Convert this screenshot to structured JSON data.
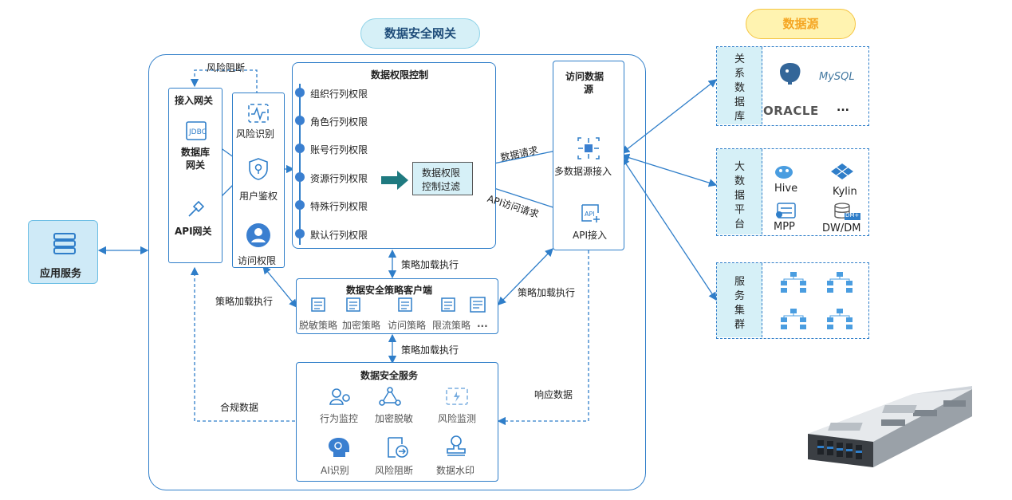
{
  "title_gateway": "数据安全网关",
  "title_source": "数据源",
  "app_service": "应用服务",
  "access_gw": {
    "title": "接入网关",
    "db_gw": "数据库\n网关",
    "api_gw": "API网关"
  },
  "risk_block_top": "风险阻断",
  "risk_ident": "风险识别",
  "user_auth": "用户鉴权",
  "access_perm": "访问权限",
  "perm_ctrl": {
    "title": "数据权限控制",
    "items": [
      "组织行列权限",
      "角色行列权限",
      "账号行列权限",
      "资源行列权限",
      "特殊行列权限",
      "默认行列权限"
    ],
    "filter_line1": "数据权限",
    "filter_line2": "控制过滤"
  },
  "access_source": {
    "title_line1": "访问数据",
    "title_line2": "源",
    "multi": "多数据源接入",
    "api": "API接入"
  },
  "data_request": "数据请求",
  "api_request": "API访问请求",
  "policy_exec": "策略加载执行",
  "client": {
    "title": "数据安全策略客户端",
    "items": [
      "脱敏策略",
      "加密策略",
      "访问策略",
      "限流策略"
    ],
    "more": "..."
  },
  "service": {
    "title": "数据安全服务",
    "items": [
      "行为监控",
      "加密脱敏",
      "风险监测",
      "AI识别",
      "风险阻断",
      "数据水印"
    ]
  },
  "compliance": "合规数据",
  "response": "响应数据",
  "sources": {
    "relational": {
      "label": [
        "关",
        "系",
        "数",
        "据",
        "库"
      ],
      "mysql": "MySQL",
      "oracle": "ORACLE",
      "more": "..."
    },
    "bigdata": {
      "label": [
        "大",
        "数",
        "据",
        "平",
        "台"
      ],
      "hive": "Hive",
      "kylin": "Kylin",
      "mpp": "MPP",
      "dwdm": "DW/DM",
      "dm_badge": "DM+"
    },
    "cluster": {
      "label": [
        "服",
        "务",
        "集",
        "群"
      ]
    }
  },
  "colors": {
    "blue": "#2f7ec9",
    "teal": "#1f7a80",
    "pill_bg": "#d6f0f7",
    "source_bg": "#fff3b0",
    "source_text": "#f5a623"
  }
}
